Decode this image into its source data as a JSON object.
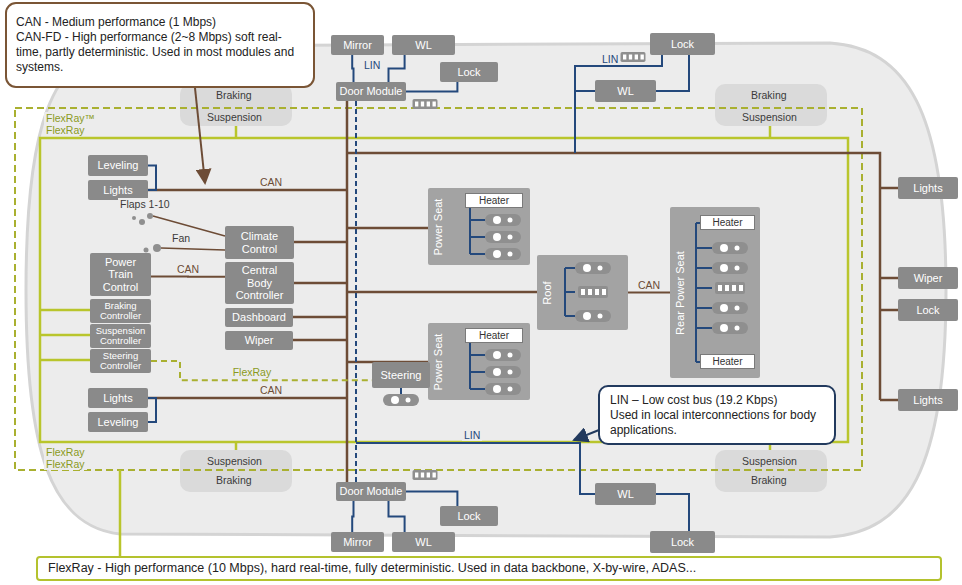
{
  "diagram": {
    "nodes": [
      {
        "text": [
          "CAN - Medium performance (1 Mbps)",
          "CAN-FD - High performance (2~8 Mbps) soft real-time, partly deterministic. Used in most modules and systems."
        ]
      },
      {
        "text": [
          "Mirror"
        ]
      },
      {
        "text": [
          "WL"
        ]
      },
      {
        "text": [
          "Lock"
        ]
      },
      {
        "text": [
          "Door Module"
        ]
      },
      {
        "text": [
          "Lock"
        ]
      },
      {
        "text": [
          "WL"
        ]
      },
      {
        "text": [
          "Leveling"
        ]
      },
      {
        "text": [
          "Lights"
        ]
      },
      {
        "text": [
          "Climate Control"
        ]
      },
      {
        "text": [
          "Power Train Control"
        ]
      },
      {
        "text": [
          "Central Body Controller"
        ]
      },
      {
        "text": [
          "Braking Controller"
        ]
      },
      {
        "text": [
          "Suspension Controller"
        ]
      },
      {
        "text": [
          "Steering Controller"
        ]
      },
      {
        "text": [
          "Dashboard"
        ]
      },
      {
        "text": [
          "Wiper"
        ]
      },
      {
        "text": [
          "Power Seat"
        ]
      },
      {
        "text": [
          "Heater"
        ],
        "in": 17
      },
      {
        "text": [
          "Roof"
        ]
      },
      {
        "text": [
          "Rear Power Seat"
        ]
      },
      {
        "text": [
          "Heater"
        ],
        "in": 20
      },
      {
        "text": [
          "Heater"
        ],
        "in": 20
      },
      {
        "text": [
          "Power Seat"
        ]
      },
      {
        "text": [
          "Heater"
        ],
        "in": 23
      },
      {
        "text": [
          "Steering"
        ]
      },
      {
        "text": [
          "Lights"
        ]
      },
      {
        "text": [
          "Leveling"
        ]
      },
      {
        "text": [
          "Lights"
        ]
      },
      {
        "text": [
          "Wiper"
        ]
      },
      {
        "text": [
          "Lock"
        ]
      },
      {
        "text": [
          "Lights"
        ]
      },
      {
        "text": [
          "LIN – Low cost bus (19.2 Kbps)",
          "Used in local interconnections for body applications."
        ]
      },
      {
        "text": [
          "Door Module"
        ]
      },
      {
        "text": [
          "Lock"
        ]
      },
      {
        "text": [
          "Mirror"
        ]
      },
      {
        "text": [
          "WL"
        ]
      },
      {
        "text": [
          "WL"
        ]
      },
      {
        "text": [
          "Lock"
        ]
      },
      {
        "text": [
          "FlexRay - High performance (10 Mbps), hard real-time, fully deterministic. Used in data backbone, X-by-wire, ADAS..."
        ]
      }
    ],
    "edges": [
      {
        "from": 4,
        "to": 1,
        "arrow": "none"
      },
      {
        "from": 4,
        "to": 2,
        "arrow": "none"
      },
      {
        "from": 4,
        "to": 3,
        "arrow": "none"
      },
      {
        "from": 6,
        "to": 5,
        "arrow": "none"
      },
      {
        "from": 7,
        "to": 8,
        "arrow": "none"
      },
      {
        "from": 10,
        "to": 11,
        "label": "CAN",
        "arrow": "none"
      },
      {
        "from": 14,
        "to": 25,
        "label": "FlexRay",
        "arrow": "none"
      },
      {
        "from": 19,
        "to": 20,
        "label": "CAN",
        "arrow": "none"
      },
      {
        "from": 26,
        "to": 27,
        "arrow": "none"
      },
      {
        "from": 33,
        "to": 35,
        "arrow": "none"
      },
      {
        "from": 33,
        "to": 36,
        "arrow": "none"
      },
      {
        "from": 33,
        "to": 34,
        "arrow": "none"
      },
      {
        "from": 37,
        "to": 38,
        "arrow": "none"
      }
    ],
    "labels": [
      "Braking",
      "Suspension",
      "Braking",
      "Suspension",
      "FlexRay™",
      "FlexRay",
      "LIN",
      "LIN",
      "CAN",
      "Flaps 1-10",
      "Fan",
      "CAN",
      "LIN",
      "FlexRay",
      "FlexRay",
      "Suspension",
      "Braking",
      "Suspension",
      "Braking"
    ]
  }
}
